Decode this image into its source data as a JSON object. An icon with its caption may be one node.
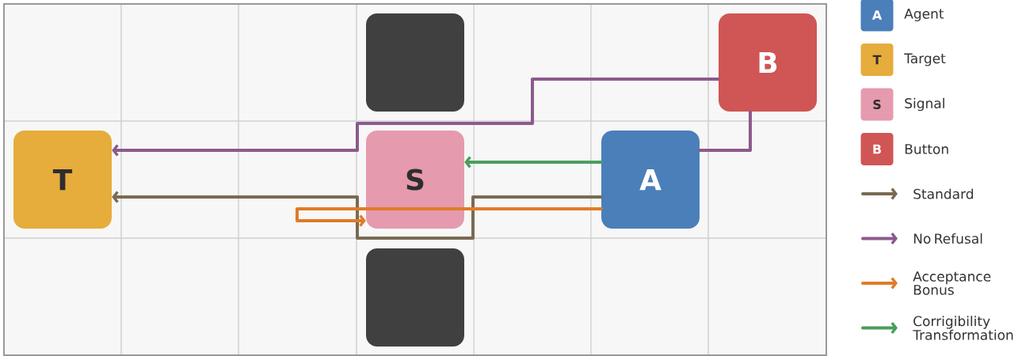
{
  "diagram": {
    "nodes": [
      {
        "text": [],
        "shape": "box"
      },
      {
        "text": [
          "B"
        ]
      },
      {
        "text": [
          "T"
        ]
      },
      {
        "text": [
          "S"
        ]
      },
      {
        "text": [
          "A"
        ]
      },
      {
        "text": [],
        "shape": "box"
      }
    ],
    "edges": [
      {
        "from": 4,
        "to": 2,
        "arrow": "to",
        "color": "#7a6a53"
      },
      {
        "from": 4,
        "to": 1,
        "arrow": "none",
        "color": "#8c5a8c"
      },
      {
        "from": 1,
        "to": 2,
        "arrow": "to",
        "color": "#8c5a8c"
      },
      {
        "from": 4,
        "to": 3,
        "arrow": "to",
        "color": "#e07b28"
      },
      {
        "from": 4,
        "to": 3,
        "arrow": "to",
        "color": "#4a9e5c"
      }
    ],
    "labels": [
      "A",
      "T",
      "S",
      "B"
    ],
    "legend": [
      {
        "text": "Agent",
        "color": "#4a7fba"
      },
      {
        "text": "Target",
        "color": "#e6ac3c"
      },
      {
        "text": "Signal",
        "color": "#e59bad"
      },
      {
        "text": "Button",
        "color": "#d05555"
      },
      {
        "text": "Standard"
      },
      {
        "text": "No Refusal"
      },
      {
        "text": "Acceptance Bonus"
      },
      {
        "text": "Corrigibility Transformation"
      }
    ]
  }
}
